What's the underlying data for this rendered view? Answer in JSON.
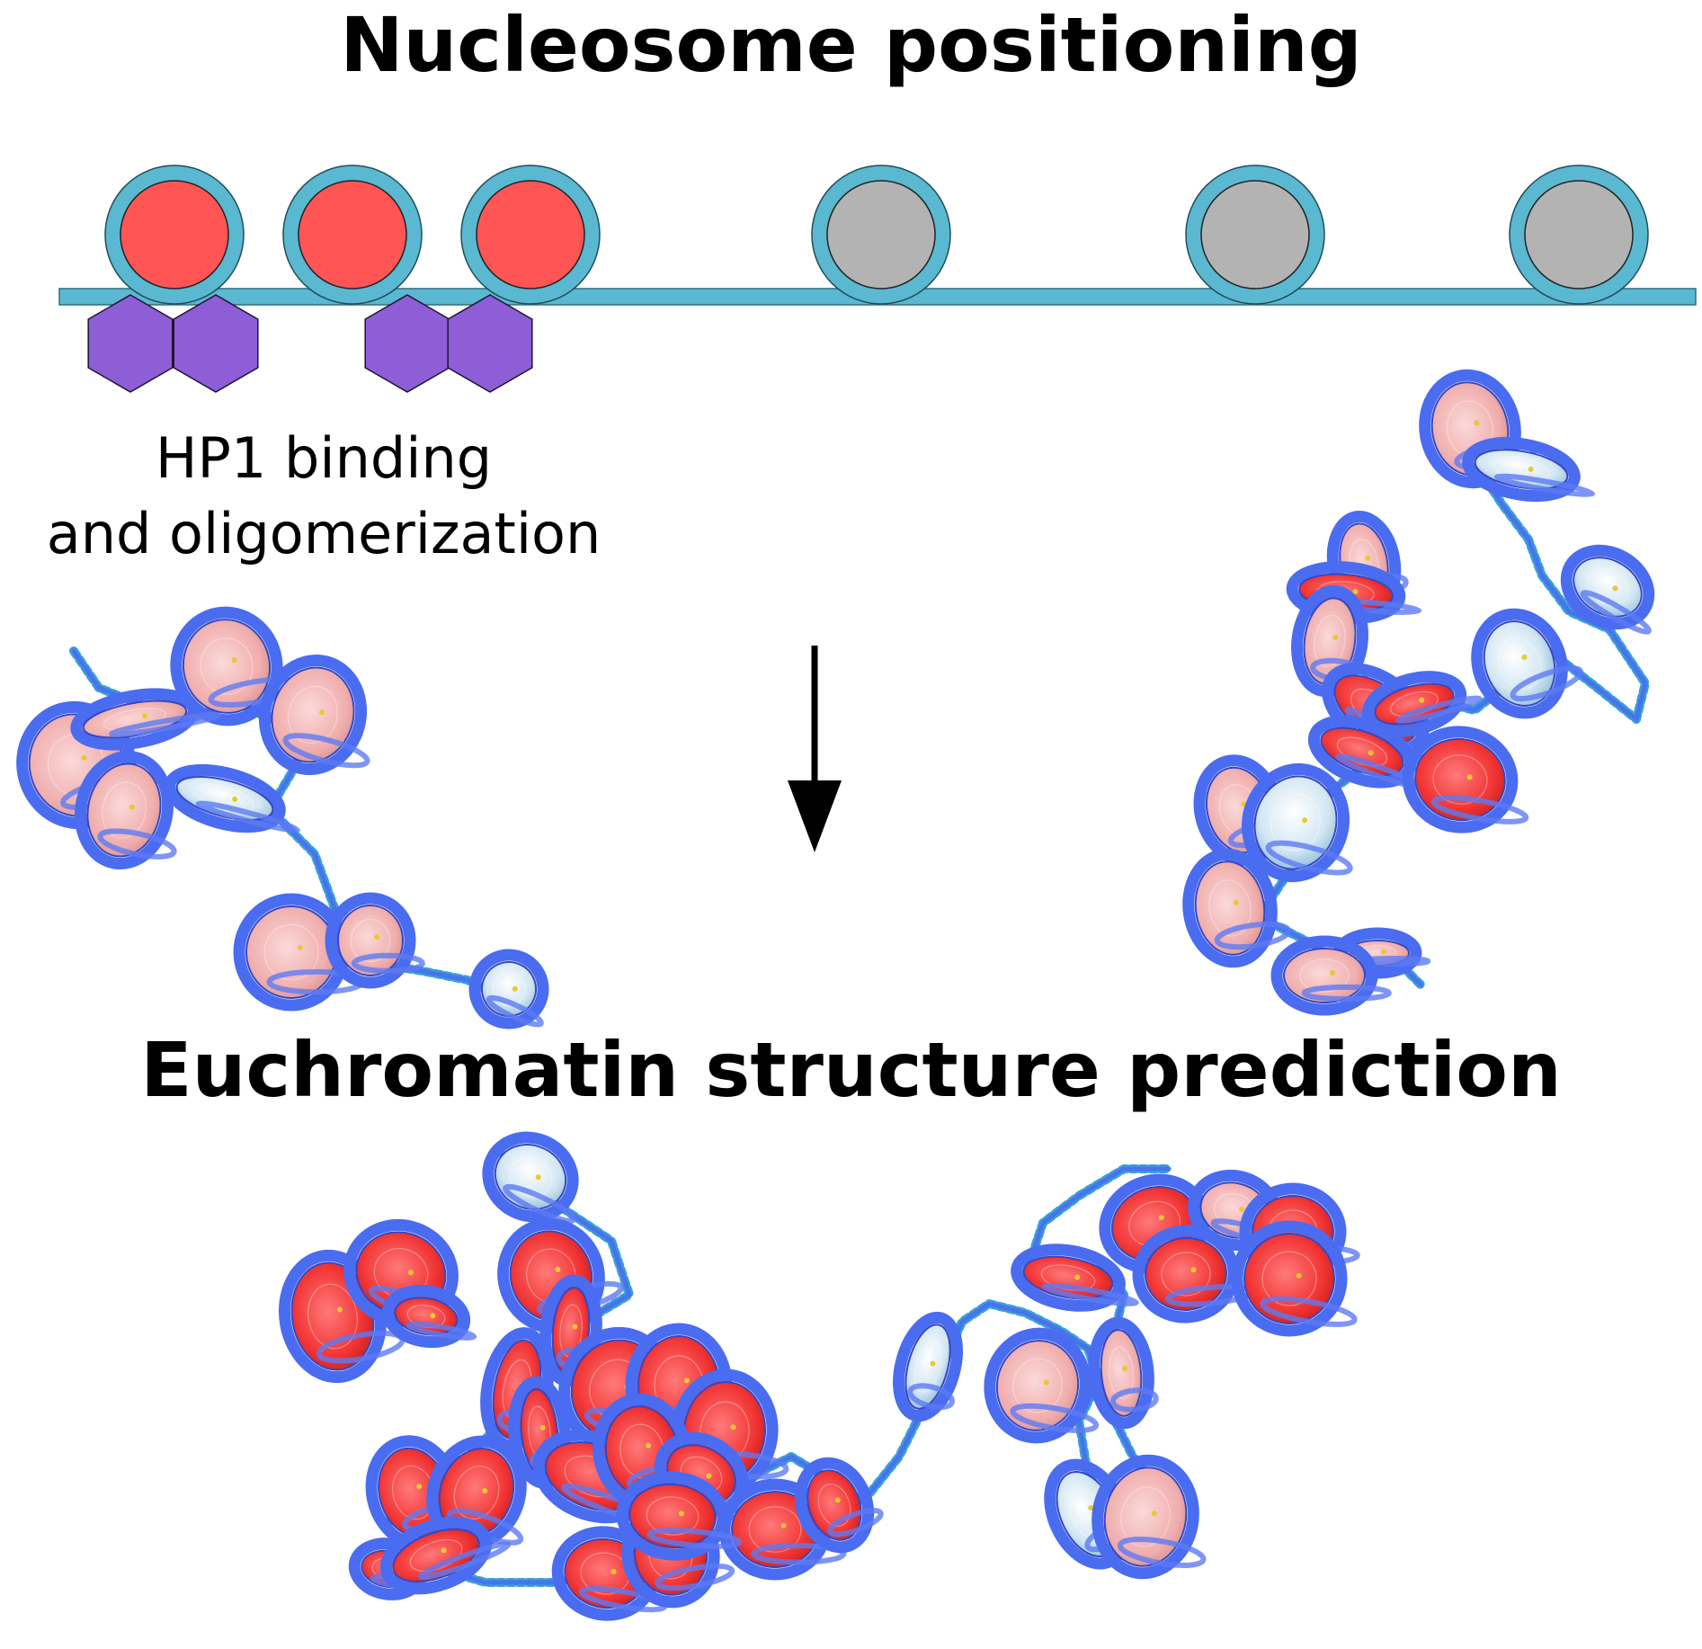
{
  "titles": {
    "top": "Nucleosome positioning",
    "bottom": "Euchromatin structure prediction"
  },
  "annotation": {
    "line1": "HP1 binding",
    "line2": "and oligomerization"
  },
  "nucleosome_states": [
    "heterochromatin",
    "heterochromatin",
    "heterochromatin",
    "euchromatin",
    "euchromatin",
    "euchromatin"
  ],
  "hp1_dimers": 2,
  "colors": {
    "dna": "#5bb8d1",
    "heterochromatin_core": "#ff5555",
    "euchromatin_core": "#b3b3b3",
    "hp1": "#8e5ed6",
    "fiber_ring": "#4a6cf0",
    "fiber_linker": "#3aa0d8",
    "fiber_core_red": "#f23a3a",
    "fiber_core_pink": "#f3b7b7",
    "fiber_core_glass": "#d6e8f2",
    "arrow": "#000000"
  },
  "icons": {
    "arrow": "down-arrow-icon"
  }
}
